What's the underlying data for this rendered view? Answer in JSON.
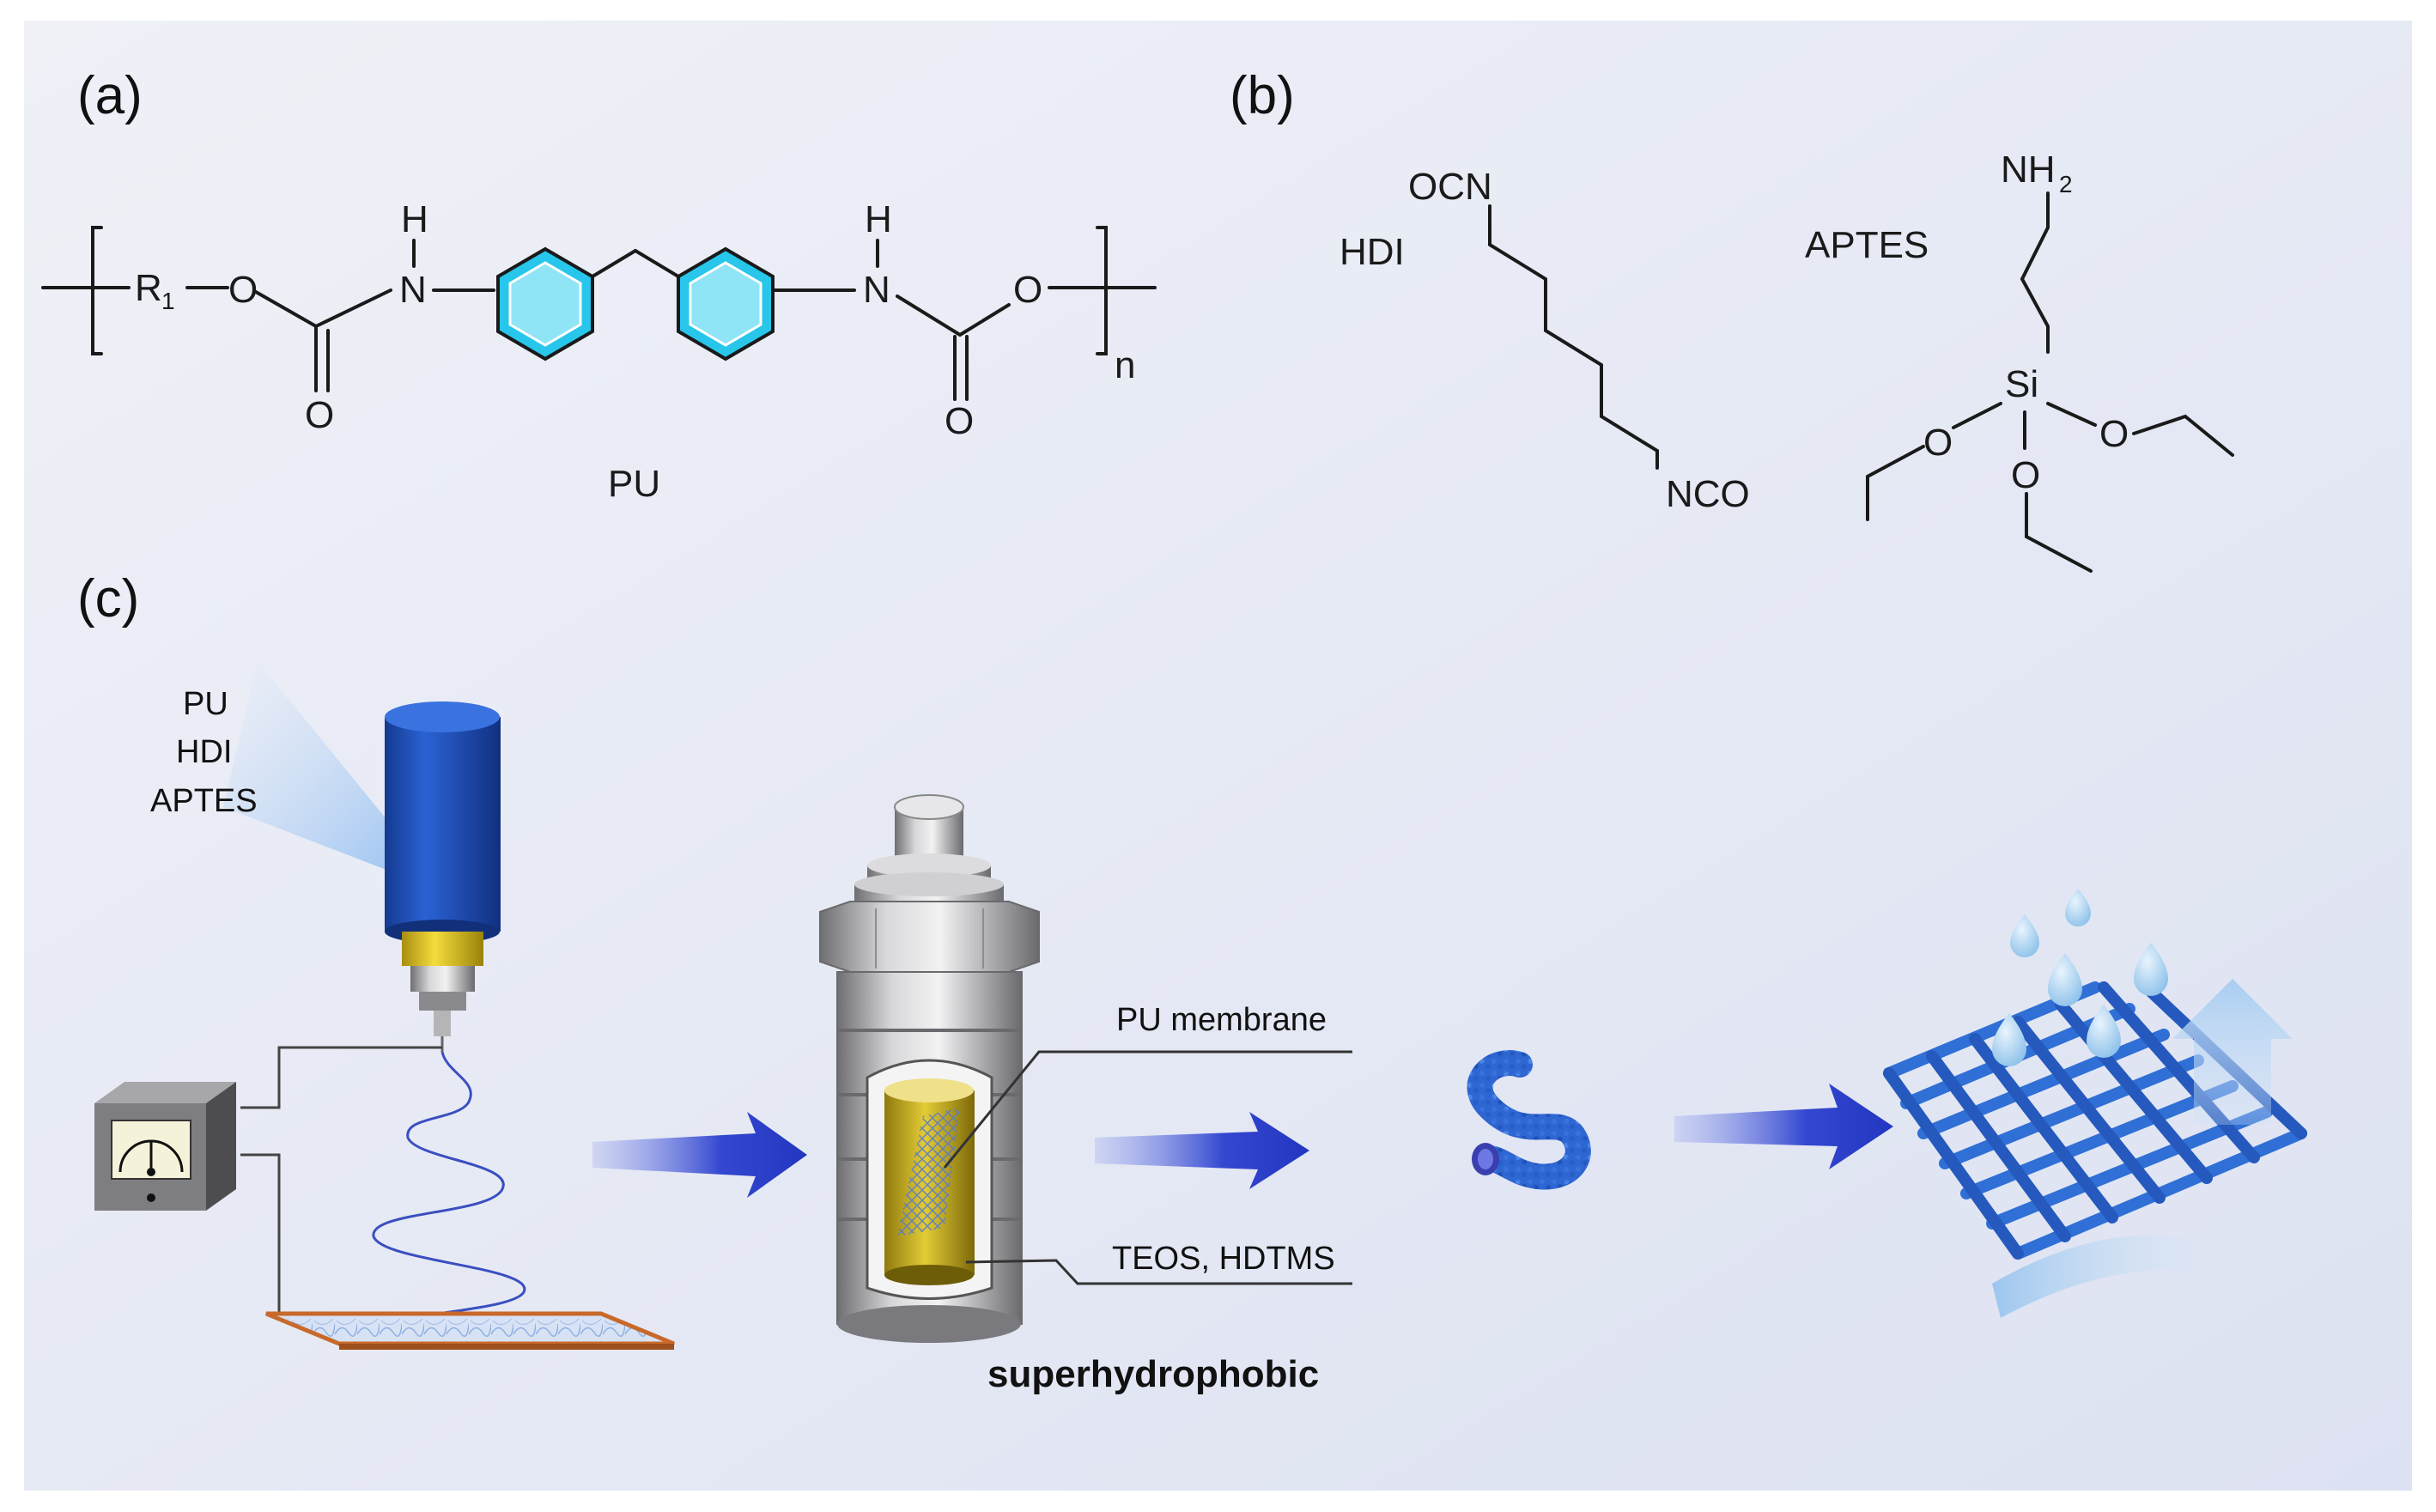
{
  "panels": {
    "a": "(a)",
    "b": "(b)",
    "c": "(c)"
  },
  "pu_structure": {
    "h_left": "H",
    "h_right": "H",
    "n_left": "N",
    "n_right": "N",
    "r": "R",
    "r_sub": "1",
    "o_ester_left": "O",
    "o_ester_right": "O",
    "o_carbonyl_left": "O",
    "o_carbonyl_right": "O",
    "repeat_n": "n",
    "caption": "PU"
  },
  "hdi_structure": {
    "name": "HDI",
    "top_group": "OCN",
    "bottom_group": "NCO"
  },
  "aptes_structure": {
    "name": "APTES",
    "nh": "NH",
    "nh_sub": "2",
    "si": "Si",
    "o_left": "O",
    "o_right": "O",
    "o_bottom": "O"
  },
  "electrospinning": {
    "solution_line1": "PU",
    "solution_line2": "HDI",
    "solution_line3": "APTES"
  },
  "autoclave": {
    "label_membrane": "PU membrane",
    "label_reagents": "TEOS, HDTMS",
    "caption": "superhydrophobic"
  },
  "colors": {
    "background_top": "#eef0f6",
    "background_bottom": "#dfe3f2",
    "benzene_cyan": "#27c6ea",
    "nozzle_blue": "#1f4fb5",
    "arrow_blue": "#2a3fc8",
    "fiber_blue": "#2f6fd6",
    "collector_edge": "#c8692a",
    "gold": "#d8c22c"
  }
}
